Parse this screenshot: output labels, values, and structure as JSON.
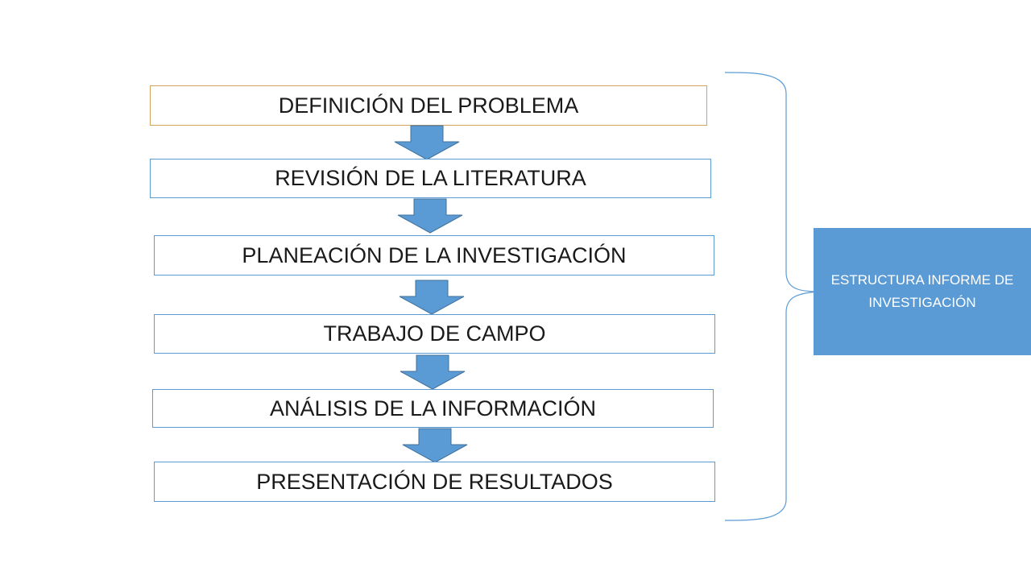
{
  "diagram": {
    "steps": [
      {
        "label": "DEFINICIÓN DEL PROBLEMA"
      },
      {
        "label": "REVISIÓN DE LA LITERATURA"
      },
      {
        "label": "PLANEACIÓN DE LA INVESTIGACIÓN"
      },
      {
        "label": "TRABAJO DE CAMPO"
      },
      {
        "label": "ANÁLISIS DE LA INFORMACIÓN"
      },
      {
        "label": "PRESENTACIÓN DE RESULTADOS"
      }
    ],
    "summary_label": "ESTRUCTURA INFORME DE INVESTIGACIÓN",
    "colors": {
      "arrow_fill": "#5b9bd5",
      "arrow_stroke": "#41719c",
      "box_border": "#5b9bd5",
      "first_box_border": "#d4a35c",
      "summary_fill": "#5b9bd5"
    }
  }
}
